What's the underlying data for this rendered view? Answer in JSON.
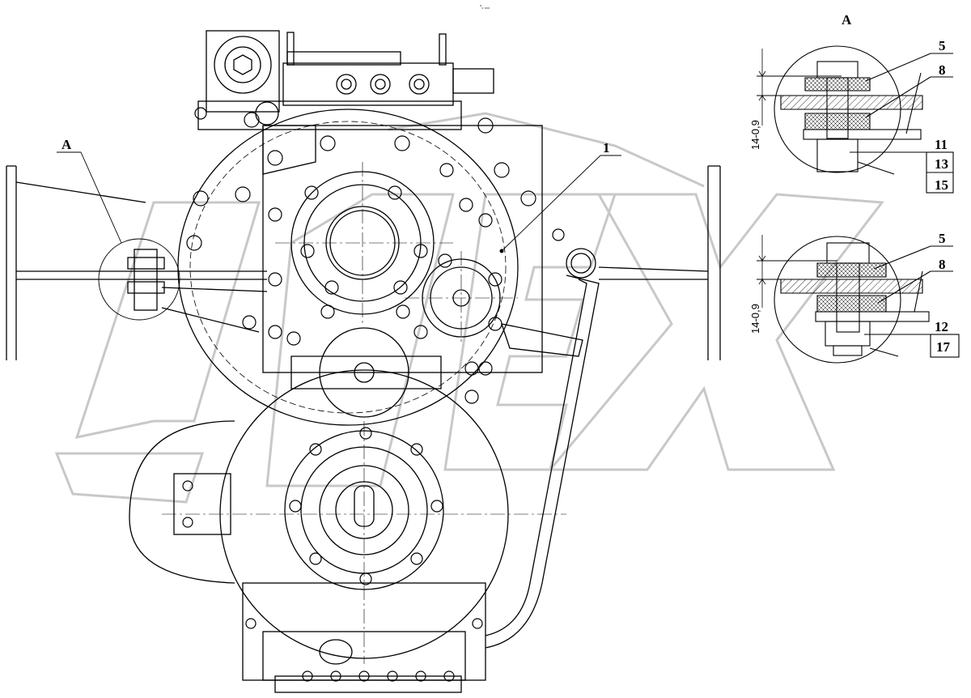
{
  "view_marker": "A",
  "detail": {
    "title": "A",
    "top": {
      "callouts": [
        "5",
        "8",
        "11",
        "13",
        "15"
      ],
      "dimension": "14-0,9"
    },
    "bottom": {
      "callouts": [
        "5",
        "8",
        "12",
        "17"
      ],
      "dimension": "14-0,9"
    }
  },
  "main_callout": "1",
  "tiny_text": "°₀ ₀₀₀",
  "colors": {
    "line": "#000000",
    "watermark": "#c8c8c8",
    "hatch_fill": "#d0d0d0"
  }
}
